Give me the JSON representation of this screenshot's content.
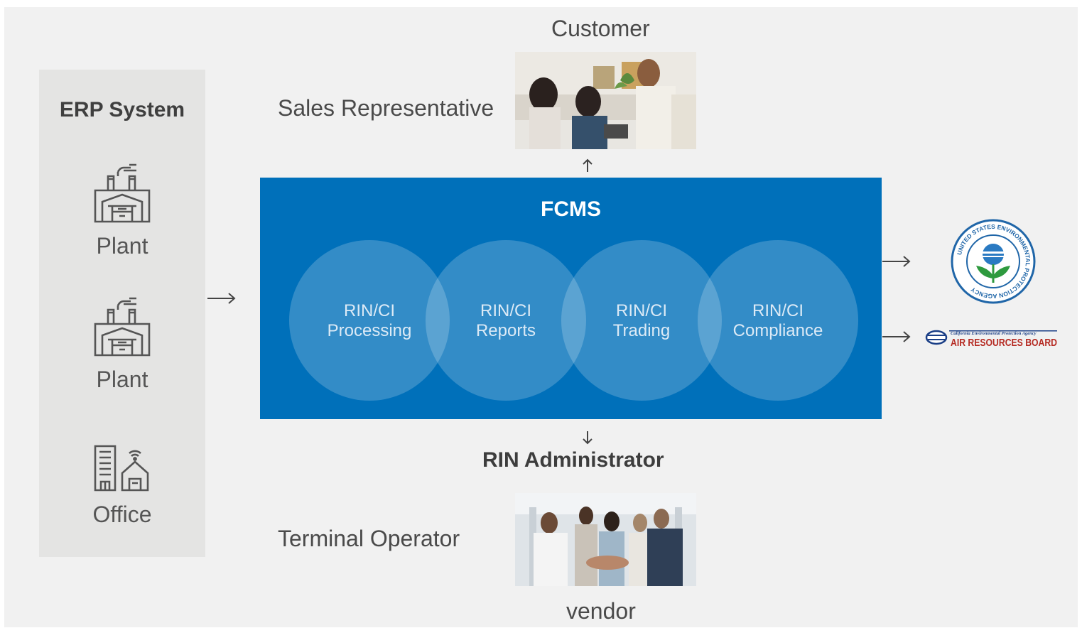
{
  "erp": {
    "title": "ERP System",
    "sites": [
      {
        "label": "Plant",
        "icon": "factory-icon"
      },
      {
        "label": "Plant",
        "icon": "factory-icon"
      },
      {
        "label": "Office",
        "icon": "office-building-icon"
      }
    ]
  },
  "customer": {
    "label": "Customer"
  },
  "sales_rep": {
    "label": "Sales Representative"
  },
  "fcms": {
    "title": "FCMS",
    "circles": [
      {
        "line1": "RIN/CI",
        "line2": "Processing"
      },
      {
        "line1": "RIN/CI",
        "line2": "Reports"
      },
      {
        "line1": "RIN/CI",
        "line2": "Trading"
      },
      {
        "line1": "RIN/CI",
        "line2": "Compliance"
      }
    ]
  },
  "rin_admin": {
    "label": "RIN Administrator"
  },
  "terminal_operator": {
    "label": "Terminal Operator"
  },
  "vendor": {
    "label": "vendor"
  },
  "epa_logo": {
    "text": "UNITED STATES ENVIRONMENTAL PROTECTION AGENCY"
  },
  "carb_logo": {
    "line1": "California Environmental Protection Agency",
    "line2": "AIR RESOURCES BOARD"
  },
  "colors": {
    "fcms_blue": "#0070ba",
    "panel_grey": "#e4e4e3",
    "background": "#f1f1f1"
  }
}
